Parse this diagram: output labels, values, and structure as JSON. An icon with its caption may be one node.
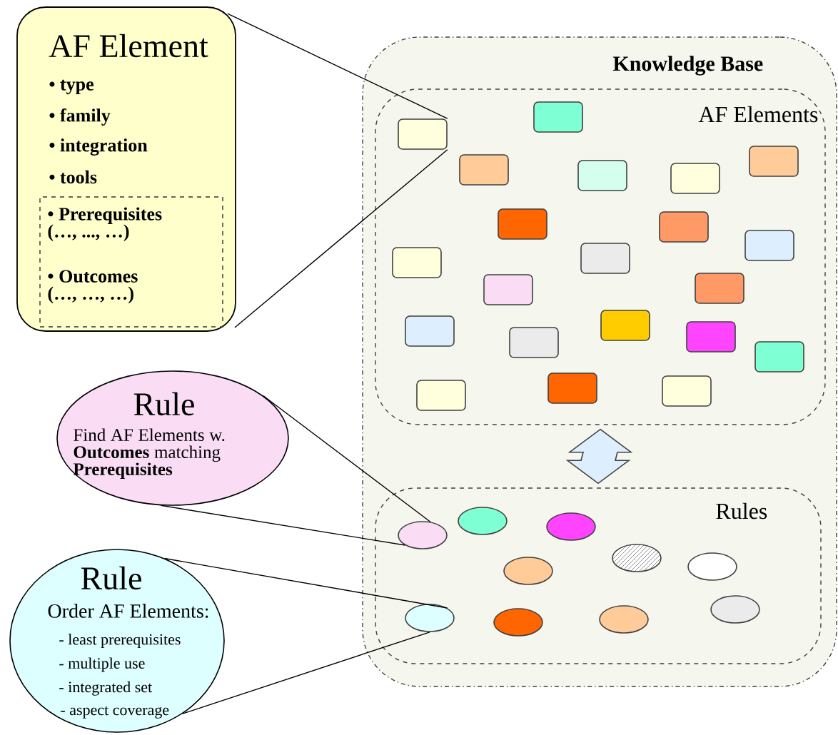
{
  "diagram": {
    "nodes": [
      {
        "text": [
          "Knowledge Base"
        ]
      },
      {
        "text": [
          "AF Elements"
        ],
        "in": 0
      },
      {
        "text": [],
        "shape": "box",
        "in": 1
      },
      {
        "text": [],
        "shape": "box",
        "in": 1
      },
      {
        "text": [],
        "shape": "box",
        "in": 1
      },
      {
        "text": [],
        "shape": "box",
        "in": 1
      },
      {
        "text": [],
        "shape": "box",
        "in": 1
      },
      {
        "text": [],
        "shape": "box",
        "in": 1
      },
      {
        "text": [],
        "shape": "box",
        "in": 1
      },
      {
        "text": [],
        "shape": "box",
        "in": 1
      },
      {
        "text": [],
        "shape": "box",
        "in": 1
      },
      {
        "text": [],
        "shape": "box",
        "in": 1
      },
      {
        "text": [],
        "shape": "box",
        "in": 1
      },
      {
        "text": [],
        "shape": "box",
        "in": 1
      },
      {
        "text": [],
        "shape": "box",
        "in": 1
      },
      {
        "text": [],
        "shape": "box",
        "in": 1
      },
      {
        "text": [],
        "shape": "box",
        "in": 1
      },
      {
        "text": [],
        "shape": "box",
        "in": 1
      },
      {
        "text": [],
        "shape": "box",
        "in": 1
      },
      {
        "text": [],
        "shape": "box",
        "in": 1
      },
      {
        "text": [],
        "shape": "box",
        "in": 1
      },
      {
        "text": [],
        "shape": "box",
        "in": 1
      },
      {
        "text": [],
        "shape": "box",
        "in": 1
      },
      {
        "text": [
          "Rules"
        ],
        "in": 0
      },
      {
        "text": [],
        "shape": "circle",
        "in": 23
      },
      {
        "text": [],
        "shape": "circle",
        "in": 23
      },
      {
        "text": [],
        "shape": "circle",
        "in": 23
      },
      {
        "text": [],
        "shape": "circle",
        "in": 23
      },
      {
        "text": [],
        "shape": "circle",
        "in": 23
      },
      {
        "text": [],
        "shape": "circle",
        "in": 23
      },
      {
        "text": [],
        "shape": "circle",
        "in": 23
      },
      {
        "text": [],
        "shape": "circle",
        "in": 23
      },
      {
        "text": [],
        "shape": "circle",
        "in": 23
      },
      {
        "text": [],
        "shape": "circle",
        "in": 23
      },
      {
        "text": [
          "AF Element",
          "• type",
          "• family",
          "• integration",
          "• tools"
        ]
      },
      {
        "text": [
          "• Prerequisites (…, ..., …)",
          "• Outcomes (…, …, …)"
        ],
        "in": 34
      },
      {
        "text": [
          "Rule",
          "Find AF Elements w. **Outcomes** matching **Prerequisites**"
        ]
      },
      {
        "text": [
          "Rule",
          "Order AF Elements:",
          "- least prerequisites",
          "- multiple use",
          "- integrated set",
          "- aspect coverage"
        ]
      }
    ],
    "edges": [
      {
        "from": 34,
        "to": 2,
        "arrow": "none"
      },
      {
        "from": 34,
        "to": 2,
        "arrow": "none"
      },
      {
        "from": 36,
        "to": 24,
        "arrow": "none"
      },
      {
        "from": 36,
        "to": 24,
        "arrow": "none"
      },
      {
        "from": 37,
        "to": 30,
        "arrow": "none"
      },
      {
        "from": 37,
        "to": 30,
        "arrow": "none"
      },
      {
        "from": 1,
        "to": 23,
        "arrow": "both"
      }
    ]
  }
}
